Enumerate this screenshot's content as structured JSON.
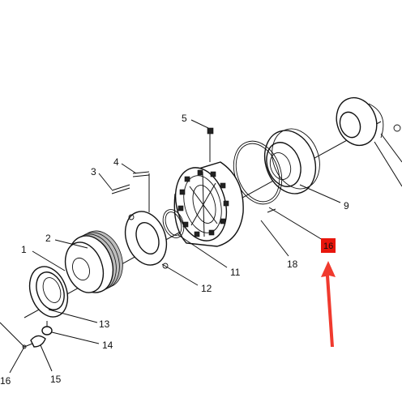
{
  "callouts": [
    {
      "id": "1",
      "text": "1"
    },
    {
      "id": "2",
      "text": "2"
    },
    {
      "id": "3",
      "text": "3"
    },
    {
      "id": "4",
      "text": "4"
    },
    {
      "id": "5",
      "text": "5"
    },
    {
      "id": "9",
      "text": "9"
    },
    {
      "id": "11",
      "text": "11"
    },
    {
      "id": "12",
      "text": "12"
    },
    {
      "id": "13",
      "text": "13"
    },
    {
      "id": "14",
      "text": "14"
    },
    {
      "id": "15",
      "text": "15"
    },
    {
      "id": "16",
      "text": "16"
    },
    {
      "id": "18",
      "text": "18"
    }
  ],
  "highlight": {
    "text": "16",
    "color": "#e8160c"
  },
  "arrow": {
    "color": "#f03a2e"
  }
}
